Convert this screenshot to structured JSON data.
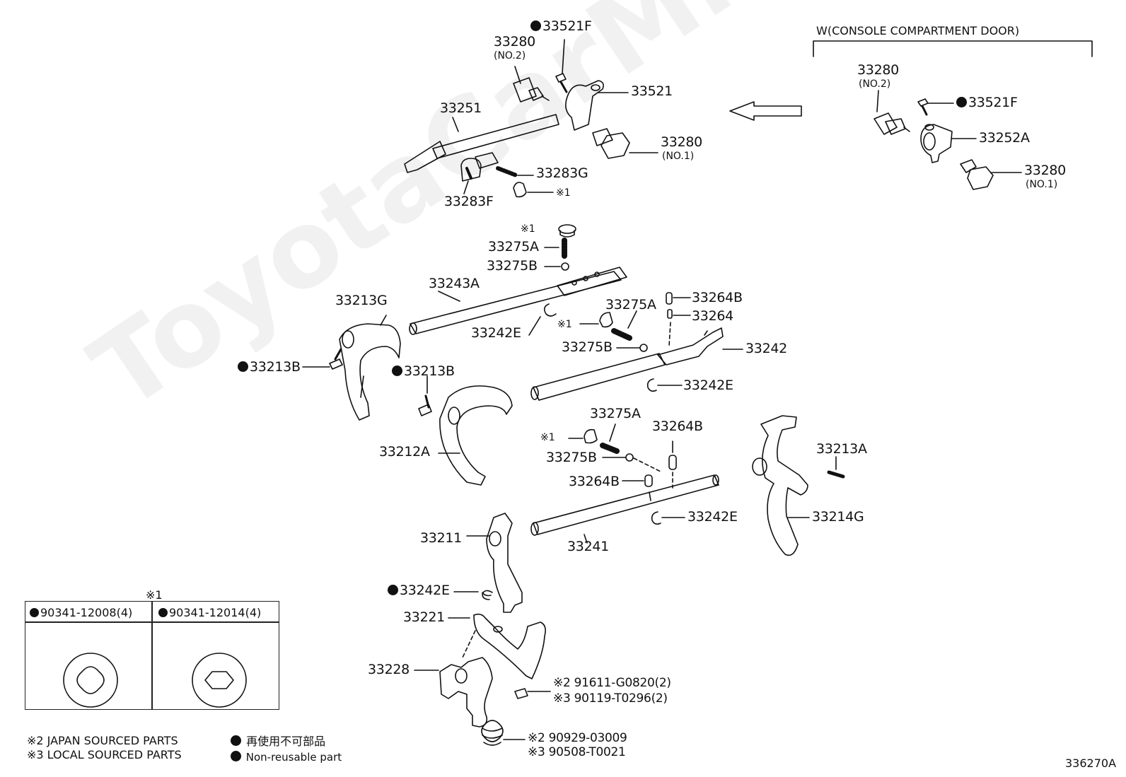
{
  "header_note": "W(CONSOLE COMPARTMENT DOOR)",
  "watermark": "ToyotaCarMine.ru",
  "diagram_code": "336270A",
  "labels": {
    "p33521F_top": "33521F",
    "p33280_top": "33280",
    "p33280_top_sub": "(NO.2)",
    "p33521": "33521",
    "p33251": "33251",
    "p33280_mid": "33280",
    "p33280_mid_sub": "(NO.1)",
    "p33283G": "33283G",
    "p33283F": "33283F",
    "ref1_a": "※1",
    "r_33280_a": "33280",
    "r_33280_a_sub": "(NO.2)",
    "r_33521F": "33521F",
    "r_33252A": "33252A",
    "r_33280_b": "33280",
    "r_33280_b_sub": "(NO.1)",
    "ref1_b": "※1",
    "p33275A_1": "33275A",
    "p33275B_1": "33275B",
    "p33243A": "33243A",
    "p33213G": "33213G",
    "p33242E_1": "33242E",
    "p33275A_2": "33275A",
    "p33264B_1": "33264B",
    "p33264": "33264",
    "ref1_c": "※1",
    "p33275B_2": "33275B",
    "p33242": "33242",
    "p33213B_1": "33213B",
    "p33213B_2": "33213B",
    "p33242E_2": "33242E",
    "p33275A_3": "33275A",
    "p33264B_2": "33264B",
    "ref1_d": "※1",
    "p33275B_3": "33275B",
    "p33212A": "33212A",
    "p33213A": "33213A",
    "p33264B_3": "33264B",
    "p33242E_3": "33242E",
    "p33214G": "33214G",
    "p33211": "33211",
    "p33241": "33241",
    "p33242E_4": "33242E",
    "p33221": "33221",
    "p33228": "33228",
    "bolt_jp": "※2 91611-G0820(2)",
    "bolt_local": "※3 90119-T0296(2)",
    "spring_jp": "※2 90929-03009",
    "spring_local": "※3 90508-T0021"
  },
  "legend": {
    "title": "※1",
    "left_part": "90341-12008(4)",
    "right_part": "90341-12014(4)"
  },
  "footnotes": {
    "japan": "※2 JAPAN SOURCED PARTS",
    "local": "※3 LOCAL SOURCED PARTS",
    "nonreuse_jp": "再使用不可部品",
    "nonreuse_en": "Non-reusable part"
  }
}
